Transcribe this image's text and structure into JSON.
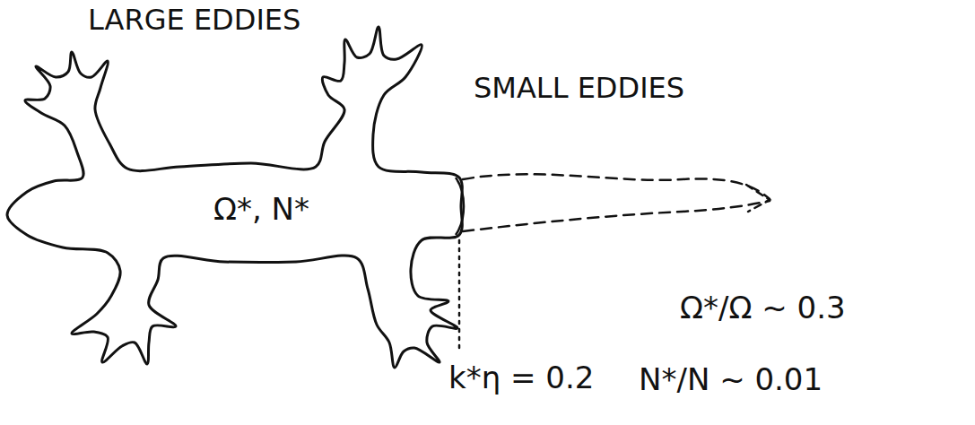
{
  "diagram": {
    "nodes": [
      {
        "text": [
          "LARGE EDDIES",
          "Ω*, N*"
        ]
      }
    ],
    "labels": [
      "SMALL EDDIES",
      "k*η = 0.2",
      "Ω*/Ω ~ 0.3",
      "N*/N ~ 0.01"
    ]
  }
}
